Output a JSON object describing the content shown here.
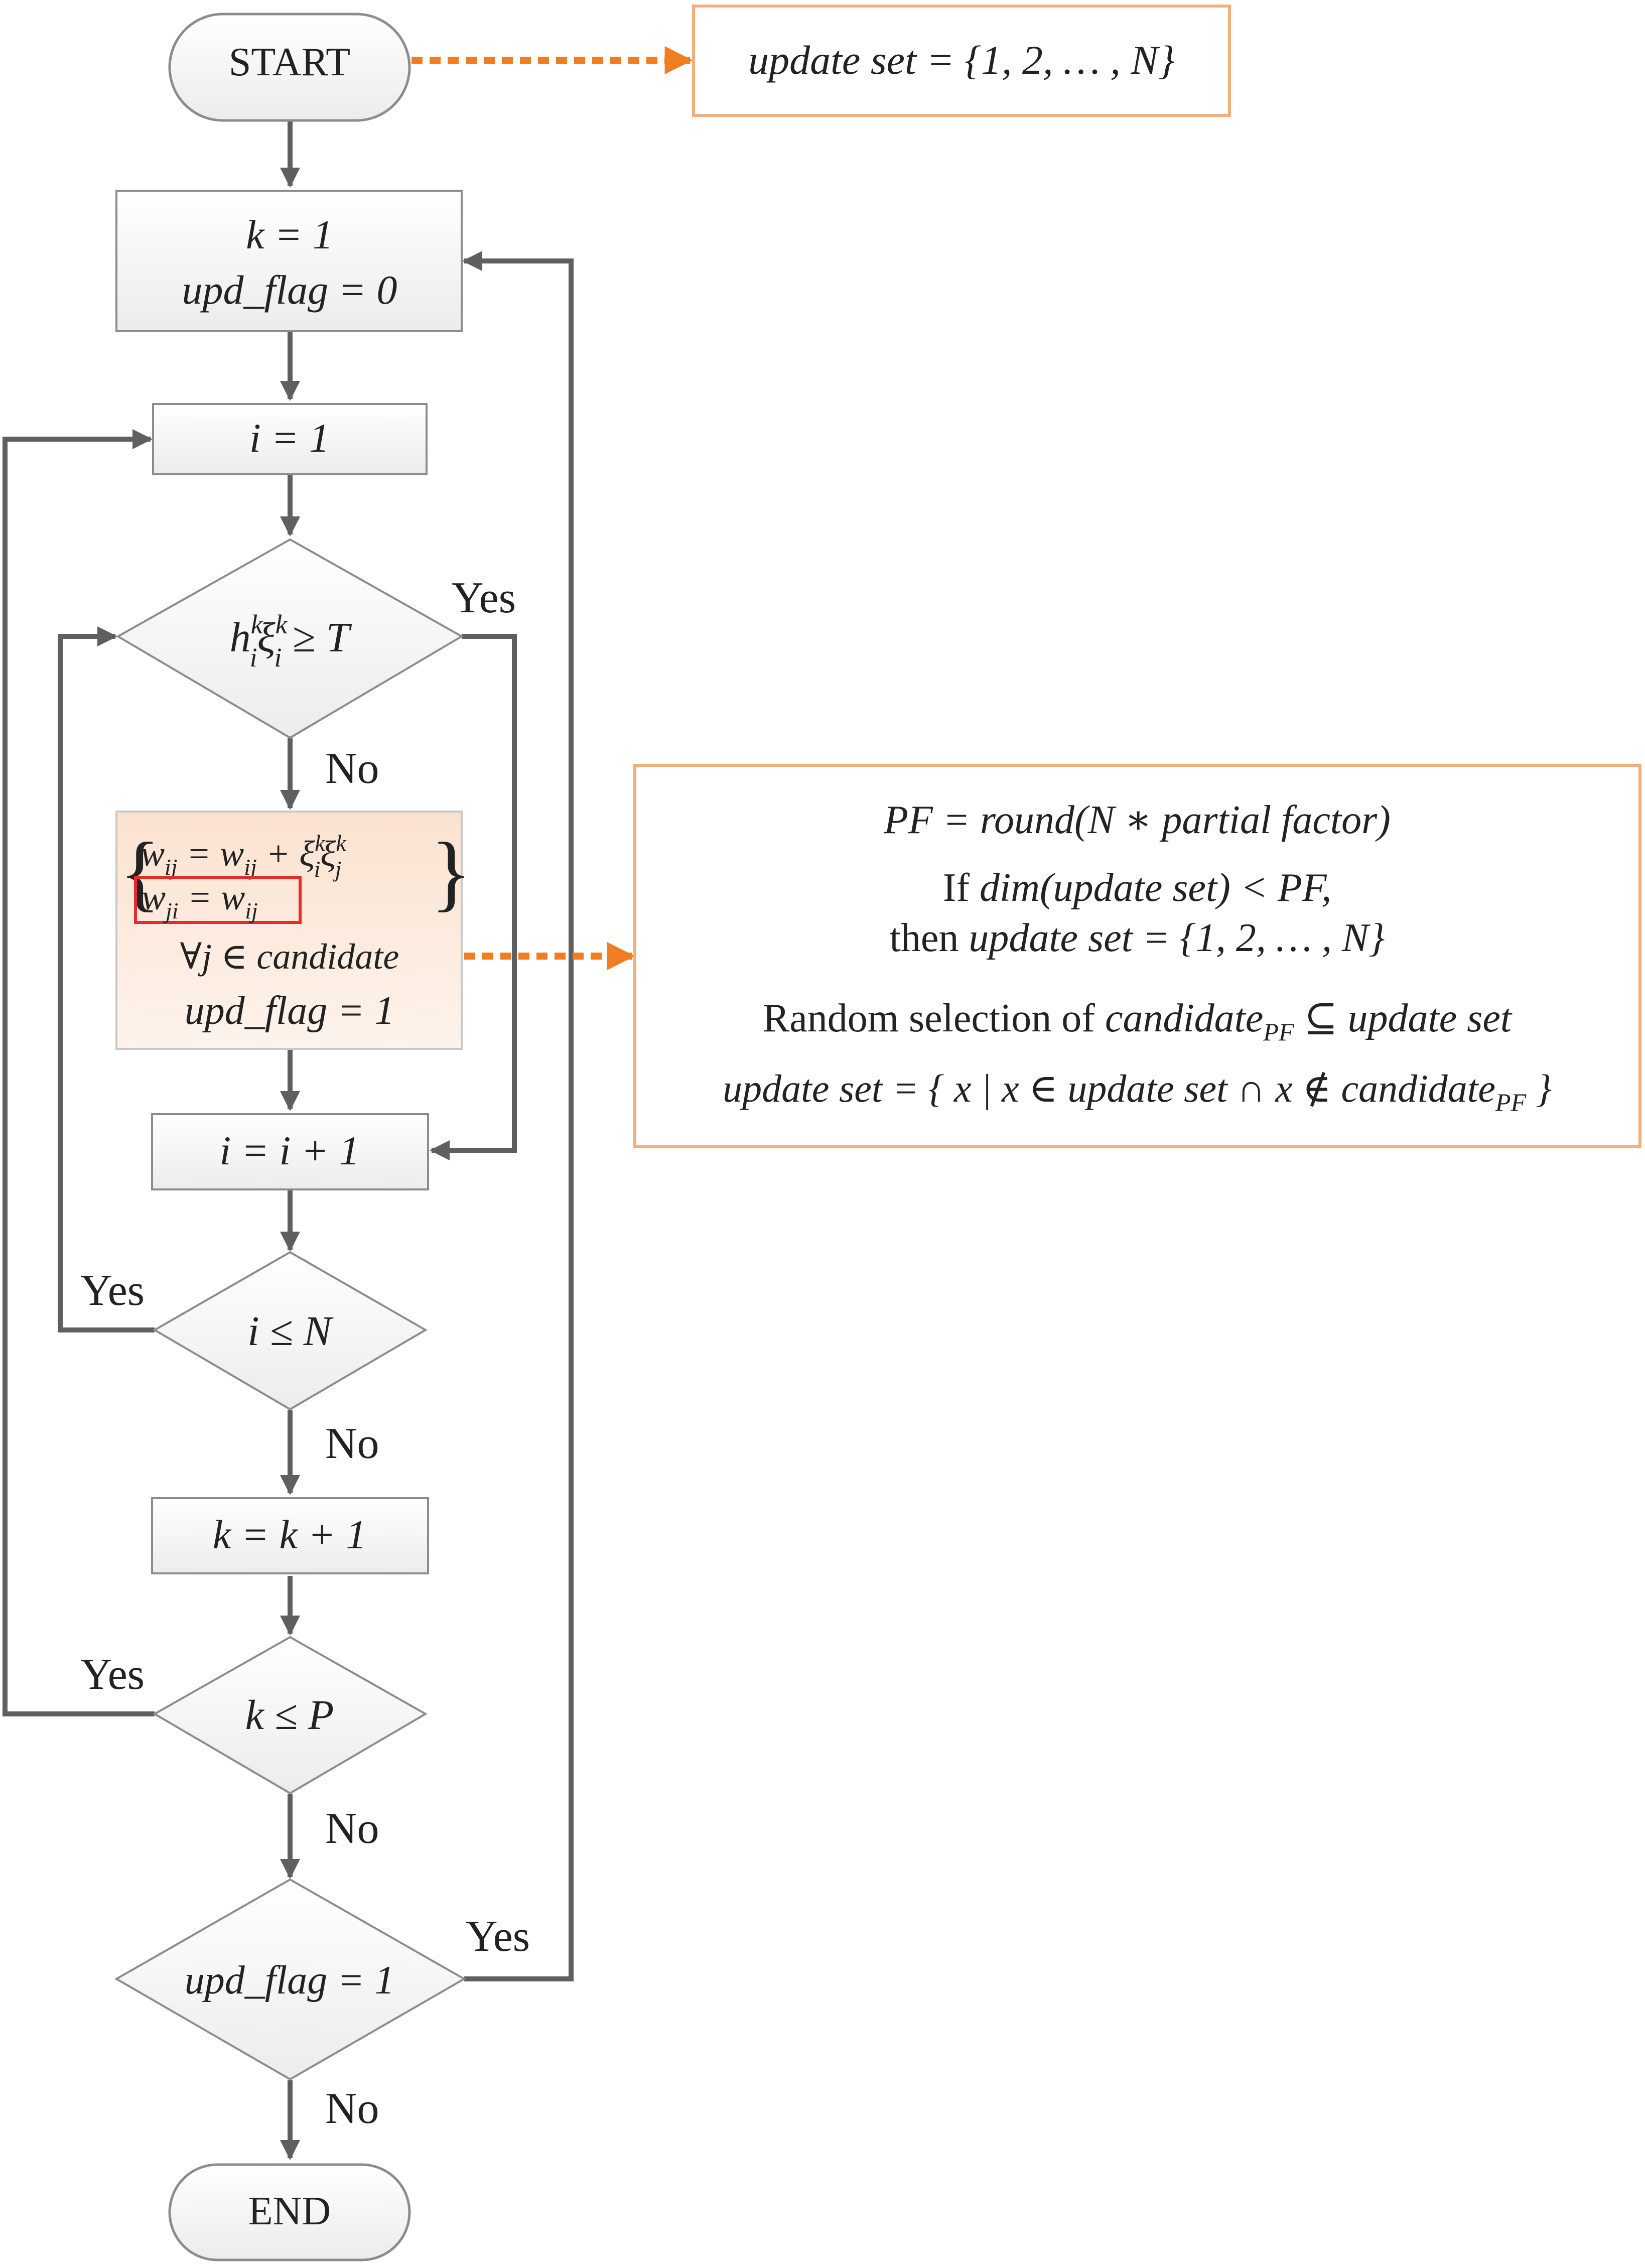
{
  "colors": {
    "arrow": "#5f5f5f",
    "orange_accent": "#ef7e22",
    "orange_border": "#f2ae7c",
    "box_border": "#8c8c8c",
    "highlight_box": "#e52b2b",
    "update_fill_top": "#fbe2cf",
    "update_fill_bottom": "#fdf3ec"
  },
  "nodes": {
    "start": "START",
    "end": "END",
    "init": {
      "line1": "k = 1",
      "line2": "upd_flag = 0"
    },
    "init_i": "i = 1",
    "cond_h": {
      "h": "h",
      "sup": "k",
      "sub": "i",
      "xi": "ξ",
      "rest": " ≥ T"
    },
    "update": {
      "eq1_lhs": "w",
      "eq1_lhs_sub": "ij",
      "eq1_mid": " =  w",
      "eq1_mid_sub": "ij",
      "eq1_plus": " + ξ",
      "eq1_xi_i_sup": "k",
      "eq1_xi_i_sub": "i",
      "eq1_xi_j": "ξ",
      "eq1_xi_j_sup": "k",
      "eq1_xi_j_sub": "j",
      "eq2_lhs": "w",
      "eq2_lhs_sub": "ji",
      "eq2_mid": " =  w",
      "eq2_mid_sub": "ij",
      "forall": "∀j ∈ candidate",
      "flag": "upd_flag = 1"
    },
    "inc_i": "i = i + 1",
    "cond_i": "i ≤ N",
    "inc_k": "k = k + 1",
    "cond_k": "k ≤ P",
    "cond_flag": "upd_flag = 1"
  },
  "labels": {
    "yes_h": "Yes",
    "no_h": "No",
    "yes_i": "Yes",
    "no_i": "No",
    "yes_k": "Yes",
    "no_k": "No",
    "yes_flag": "Yes",
    "no_flag": "No"
  },
  "notes": {
    "top": "update set = {1, 2, … , N}",
    "side": {
      "line1": "PF = round(N ∗ partial factor)",
      "line2_prefix": "If ",
      "line2_math": "dim(update set) < PF,",
      "line3_prefix": "then ",
      "line3_math": "update set = {1, 2, … , N}",
      "line4_prefix": "Random selection of ",
      "line4_math": "candidate",
      "line4_sub": "PF",
      "line4_suffix": " ⊆ update set",
      "line5": "update set = { x | x ∈ update set ∩ x ∉ candidate",
      "line5_sub": "PF",
      "line5_end": " }"
    }
  }
}
